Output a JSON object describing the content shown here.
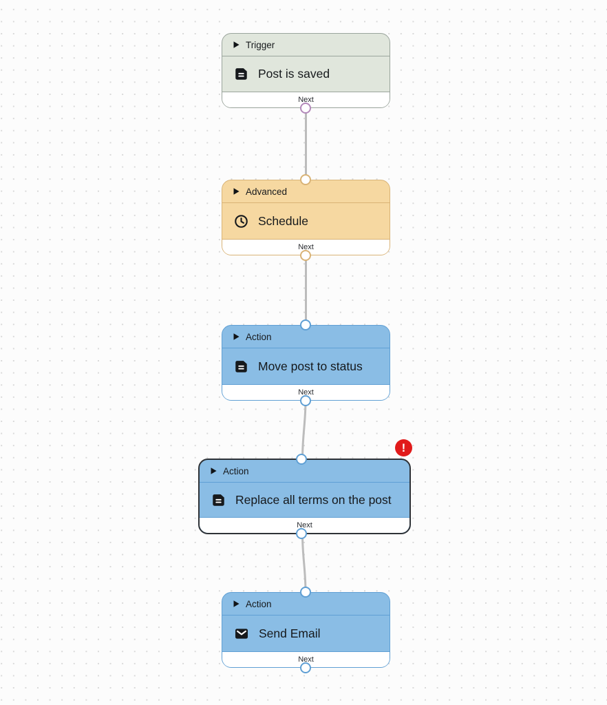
{
  "canvas": {
    "background_color": "#fcfcfc",
    "dot_color": "#d8d8d8",
    "connector_color": "#bcbcbc",
    "error_color": "#e11a1a"
  },
  "nodes": [
    {
      "category": "Trigger",
      "title": "Post is saved",
      "next_label": "Next",
      "icon": "document-icon",
      "has_input_port": false,
      "has_output_port": true,
      "colors": {
        "fill": "#e0e6dc",
        "border": "#9aa49c",
        "divider": "#9aa49c",
        "port": "#b389ba"
      }
    },
    {
      "category": "Advanced",
      "title": "Schedule",
      "next_label": "Next",
      "icon": "clock-icon",
      "has_input_port": true,
      "has_output_port": true,
      "colors": {
        "fill": "#f6d8a1",
        "border": "#d9b376",
        "divider": "#d9b376",
        "port": "#d9b376"
      }
    },
    {
      "category": "Action",
      "title": "Move post to status",
      "next_label": "Next",
      "icon": "document-icon",
      "has_input_port": true,
      "has_output_port": true,
      "colors": {
        "fill": "#8abde5",
        "border": "#5f9fd4",
        "divider": "#5f9fd4",
        "port": "#5f9fd4"
      }
    },
    {
      "category": "Action",
      "title": "Replace all terms on the post",
      "next_label": "Next",
      "icon": "document-icon",
      "has_input_port": true,
      "has_output_port": true,
      "has_error": true,
      "error_badge": "!",
      "colors": {
        "fill": "#8abde5",
        "border": "#2e3237",
        "divider": "#5f9fd4",
        "port": "#5f9fd4"
      }
    },
    {
      "category": "Action",
      "title": "Send Email",
      "next_label": "Next",
      "icon": "mail-icon",
      "has_input_port": true,
      "has_output_port": true,
      "colors": {
        "fill": "#8abde5",
        "border": "#5f9fd4",
        "divider": "#5f9fd4",
        "port": "#5f9fd4"
      }
    }
  ]
}
